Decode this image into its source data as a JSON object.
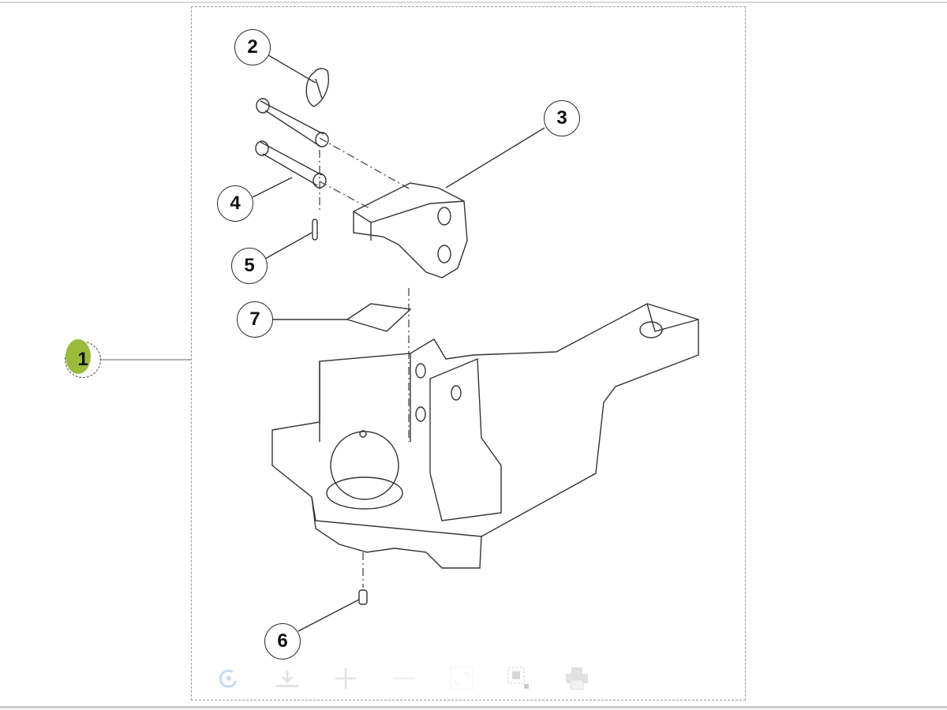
{
  "diagram": {
    "callouts": [
      {
        "label": "1",
        "selected": true
      },
      {
        "label": "2"
      },
      {
        "label": "3"
      },
      {
        "label": "4"
      },
      {
        "label": "5"
      },
      {
        "label": "6"
      },
      {
        "label": "7"
      }
    ],
    "highlight_color": "#9dbb3b"
  },
  "toolbar": {
    "icons": [
      "reset-view-icon",
      "download-icon",
      "zoom-in-icon",
      "zoom-out-icon",
      "fullscreen-icon",
      "select-area-icon",
      "print-icon"
    ]
  }
}
